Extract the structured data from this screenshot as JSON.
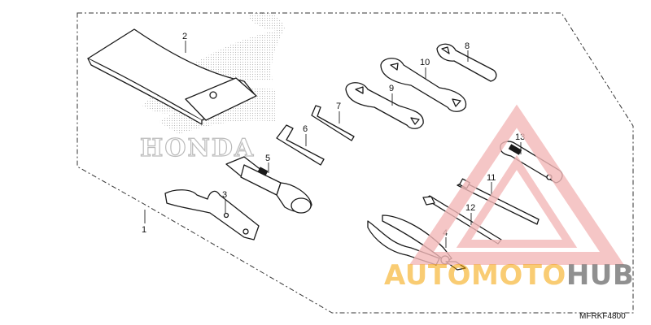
{
  "diagram": {
    "callouts": [
      "1",
      "2",
      "3",
      "4",
      "5",
      "6",
      "7",
      "8",
      "9",
      "10",
      "11",
      "12",
      "13"
    ],
    "diagram_code": "MFRKF4800"
  },
  "background_logo": {
    "text": "HONDA",
    "icon": "honda-wing-icon"
  },
  "watermark": {
    "word_part1": "AUTO",
    "word_part2": "MOTO",
    "word_part3": "HUB",
    "icon": "warning-triangle-icon",
    "colors": {
      "orange": "#f4a300",
      "red": "#e8292b",
      "gray": "#6b6b6b",
      "triangle_fill": "#f3b9b9"
    }
  }
}
